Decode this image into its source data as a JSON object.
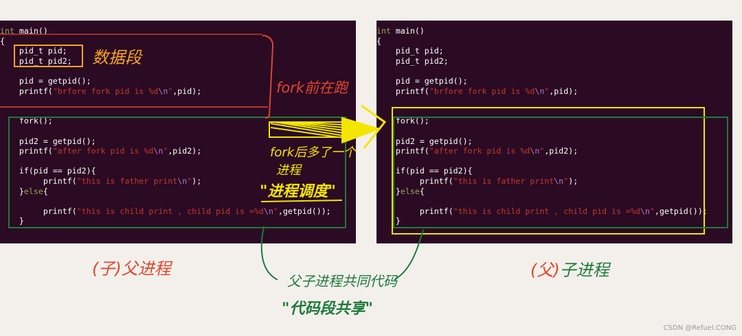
{
  "left_code": {
    "l1_kw": "int",
    "l1_rest": " main()",
    "l2": "{",
    "l3": "    pid_t pid;",
    "l4": "    pid_t pid2;",
    "l6": "    pid = getpid();",
    "l7_a": "    printf(",
    "l7_str": "\"brfore fork pid is %d",
    "l7_esc": "\\n",
    "l7_str2": "\"",
    "l7_b": ",pid);",
    "l10": "    fork();",
    "l12": "    pid2 = getpid();",
    "l13_a": "    printf(",
    "l13_str": "\"after fork pid is %d",
    "l13_esc": "\\n",
    "l13_str2": "\"",
    "l13_b": ",pid2);",
    "l15": "    if(pid == pid2){",
    "l16_a": "         printf(",
    "l16_str": "\"this is father print",
    "l16_esc": "\\n",
    "l16_str2": "\"",
    "l16_b": ");",
    "l17_a": "    }",
    "l17_kw": "else",
    "l17_b": "{",
    "l19_a": "         printf(",
    "l19_str": "\"this is child print , child pid is =%d",
    "l19_esc": "\\n",
    "l19_str2": "\"",
    "l19_b": ",getpid());",
    "l20": "    }"
  },
  "annotations": {
    "data_segment": "数据段",
    "before_fork": "fork前在跑",
    "after_fork_1": "fork后多了一个",
    "after_fork_2": "进程",
    "scheduling": "\"进程调度\"",
    "left_caption_paren": "(子)",
    "left_caption_text": "父进程",
    "right_caption_paren": "(父)",
    "right_caption_text": "子进程",
    "shared_1": "父子进程共同代码",
    "shared_2": "\"代码段共享\""
  },
  "watermark": "CSDN @Refuel.CONG",
  "colors": {
    "panel_bg": "#2b0a23",
    "annotation_orange": "#f5a623",
    "annotation_red": "#e0462c",
    "annotation_yellow": "#f3e600",
    "annotation_green": "#1e7a3a",
    "highlight_box_green": "#1f7a3c"
  }
}
